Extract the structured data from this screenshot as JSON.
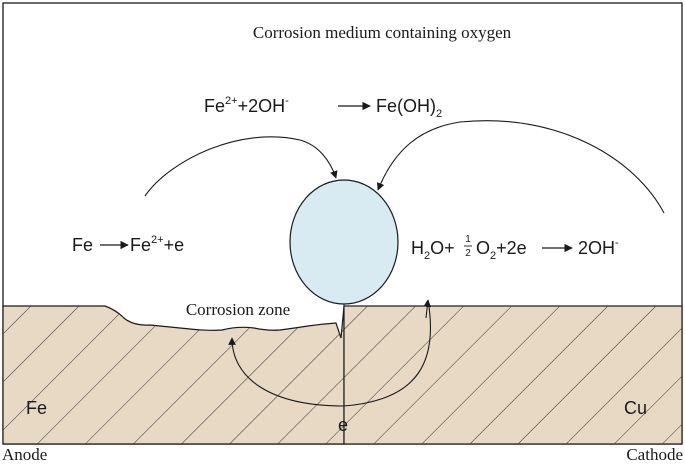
{
  "diagram": {
    "medium_title": "Corrosion medium containing oxygen",
    "reaction_top": {
      "fe": "Fe",
      "fe_charge": "2+",
      "plus2oh": "+2OH",
      "oh_charge": "-",
      "product": "Fe(OH)",
      "product_sub": "2"
    },
    "reaction_anode": {
      "fe": "Fe",
      "product": "Fe",
      "product_charge": "2+",
      "electron": "+e"
    },
    "reaction_cathode": {
      "h": "H",
      "h_sub": "2",
      "o": "O+",
      "half_num": "1",
      "half_den": "2",
      "o2": "O",
      "o2_sub": "2",
      "electrons": "+2e",
      "product": "2OH",
      "product_charge": "-"
    },
    "corrosion_zone": "Corrosion zone",
    "metal_left": "Fe",
    "metal_right": "Cu",
    "electron_label": "e",
    "anode_label": "Anode",
    "cathode_label": "Cathode",
    "colors": {
      "metal_fill": "#e8d9c5",
      "droplet_fill": "#d8ebf3",
      "line": "#1a1a1a"
    }
  }
}
